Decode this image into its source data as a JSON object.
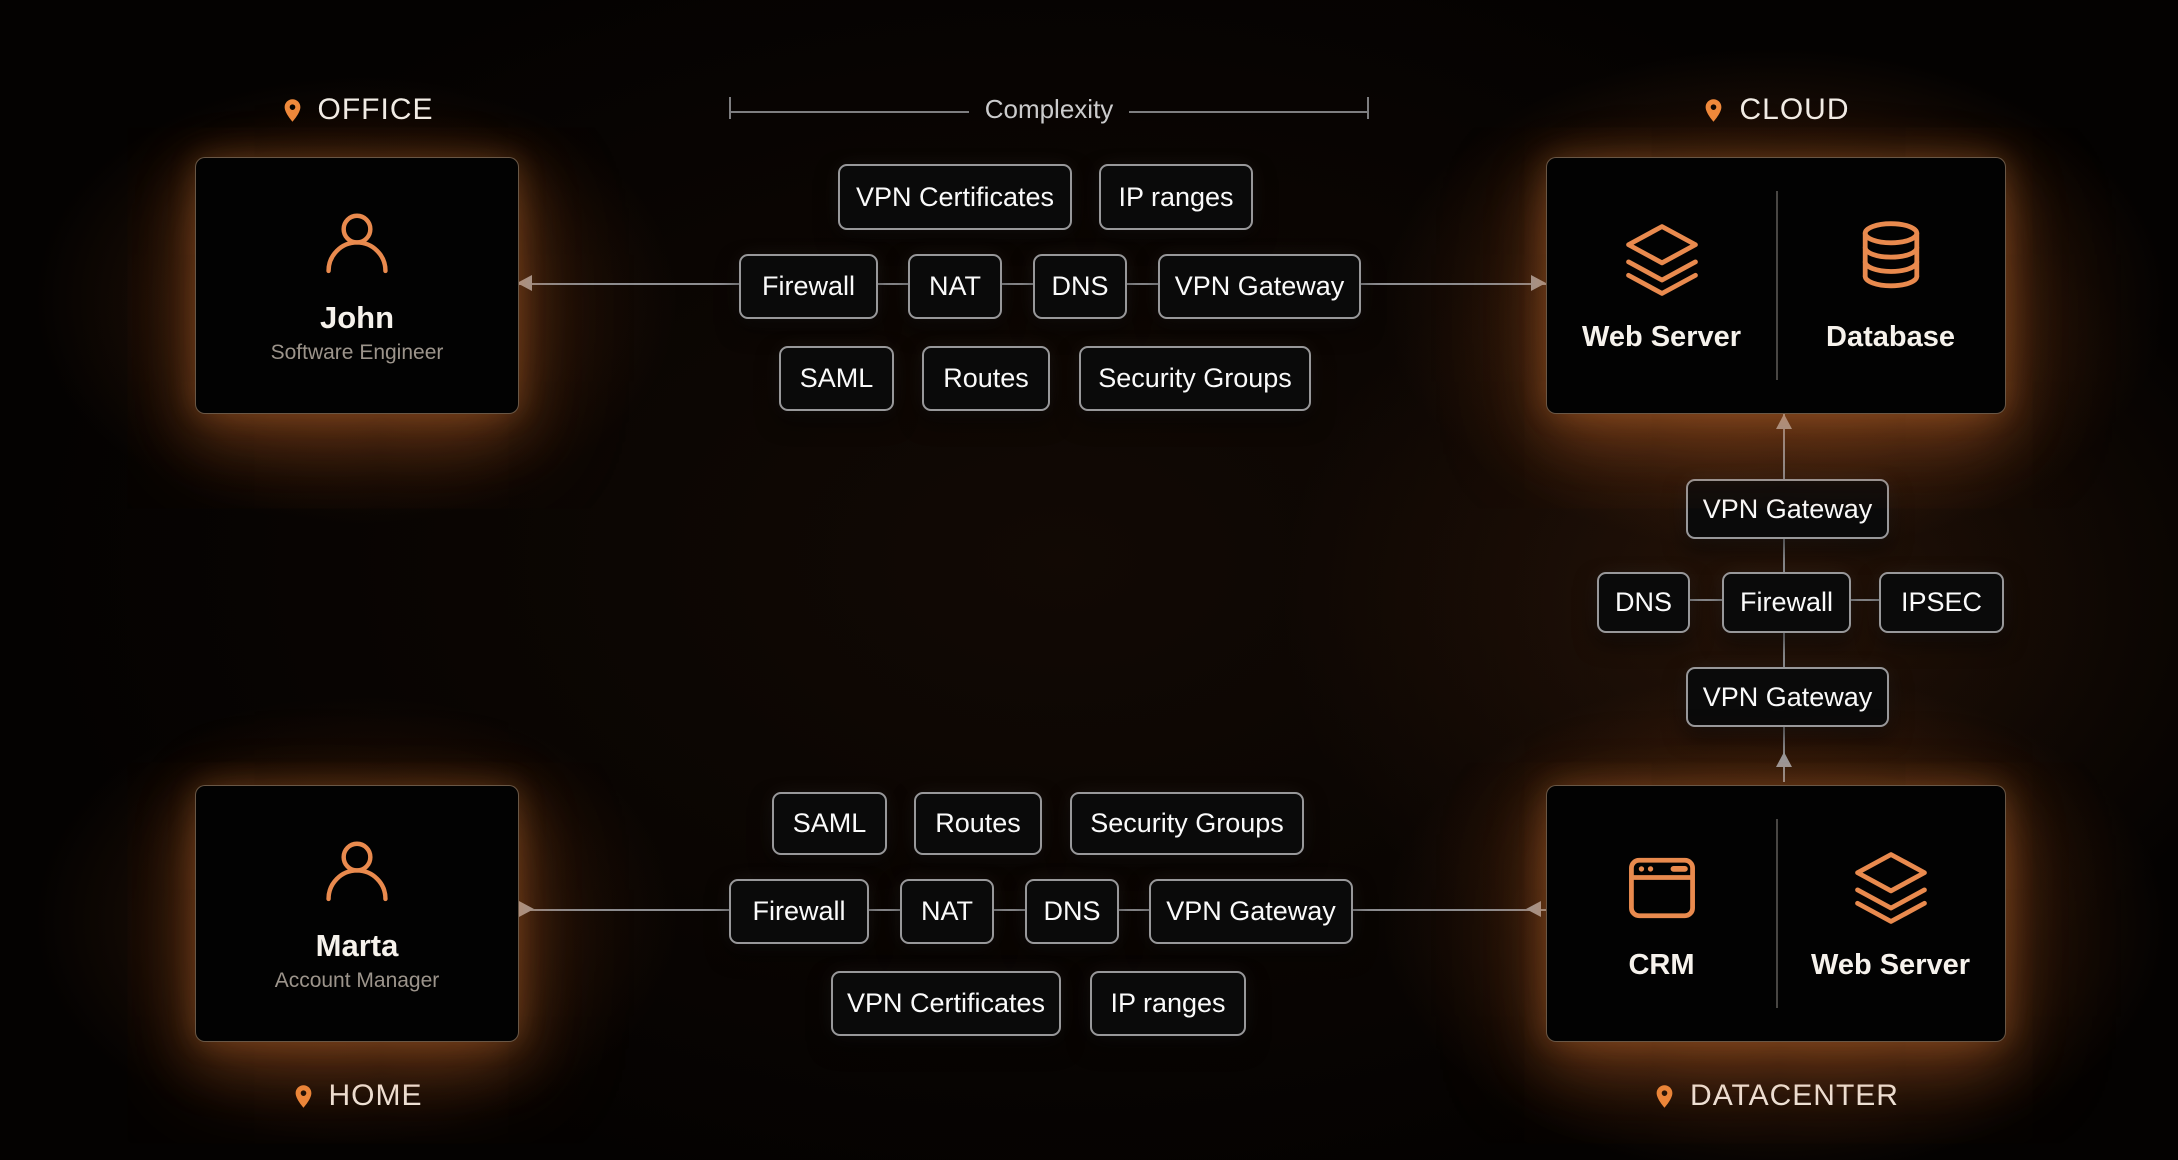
{
  "diagram": {
    "complexity_label": "Complexity",
    "locations": {
      "office": {
        "label": "OFFICE",
        "person": {
          "name": "John",
          "role": "Software Engineer"
        }
      },
      "cloud": {
        "label": "CLOUD",
        "services": [
          {
            "name": "Web Server"
          },
          {
            "name": "Database"
          }
        ]
      },
      "home": {
        "label": "HOME",
        "person": {
          "name": "Marta",
          "role": "Account Manager"
        }
      },
      "datacenter": {
        "label": "DATACENTER",
        "services": [
          {
            "name": "CRM"
          },
          {
            "name": "Web Server"
          }
        ]
      }
    },
    "top_chain": {
      "row1": [
        "VPN Certificates",
        "IP ranges"
      ],
      "row2": [
        "Firewall",
        "NAT",
        "DNS",
        "VPN Gateway"
      ],
      "row3": [
        "SAML",
        "Routes",
        "Security Groups"
      ]
    },
    "cloud_datacenter_chain": {
      "top": "VPN Gateway",
      "middle": [
        "DNS",
        "Firewall",
        "IPSEC"
      ],
      "bottom": "VPN Gateway"
    },
    "bottom_chain": {
      "row1": [
        "SAML",
        "Routes",
        "Security Groups"
      ],
      "row2": [
        "Firewall",
        "NAT",
        "DNS",
        "VPN Gateway"
      ],
      "row3": [
        "VPN Certificates",
        "IP ranges"
      ]
    },
    "colors": {
      "accent_orange": "#e98a4e",
      "pin_orange": "#f08a3c",
      "line_gray": "#8d8d90",
      "node_border_gray": "#98989a",
      "text_primary": "#f6f2ec",
      "text_secondary": "#9c948b"
    }
  }
}
